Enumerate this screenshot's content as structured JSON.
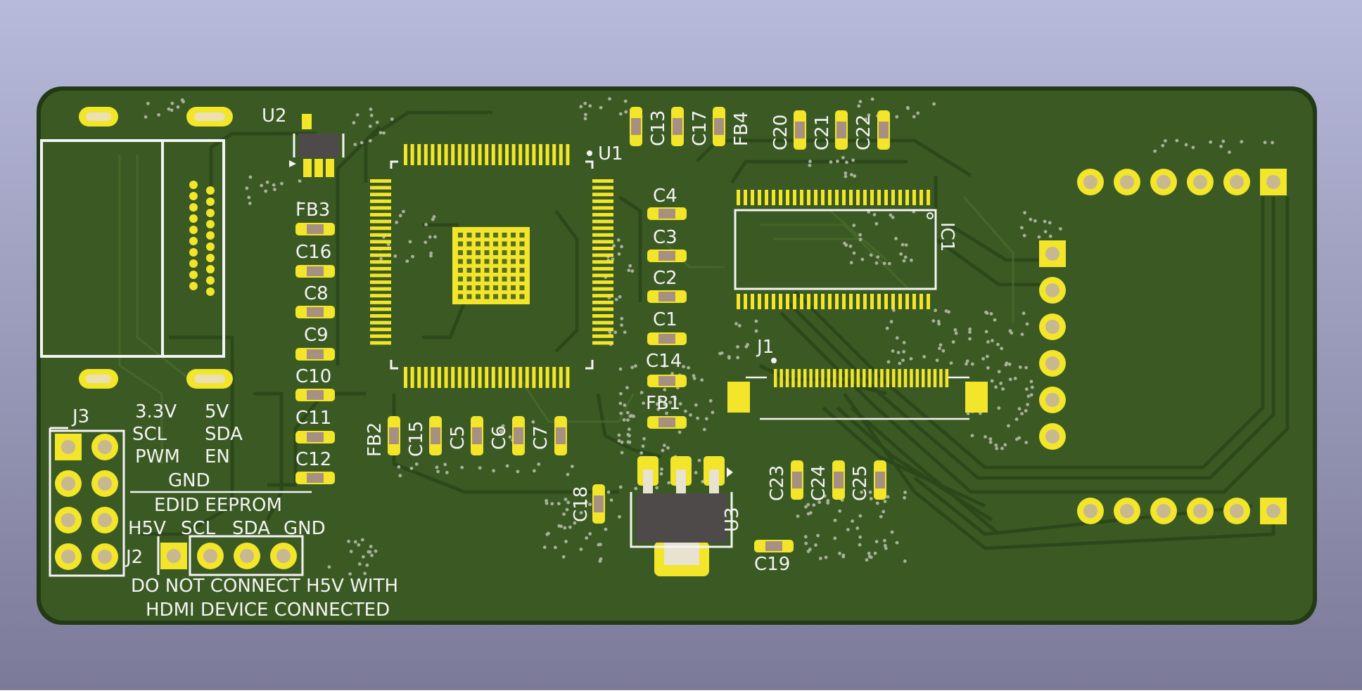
{
  "board": {
    "colors": {
      "background_top": "#b8badb",
      "background_bottom": "#7b7a98",
      "soldermask": "#3b5a23",
      "edge": "#223a15",
      "copper": "#f2e52a",
      "silkscreen": "#f4f4f4",
      "component_body": "#5a5352",
      "resistor_body": "#a89080"
    },
    "components": {
      "u1": "U1",
      "u2": "U2",
      "u3": "U3",
      "ic1": "IC1",
      "j1": "J1",
      "j2": "J2",
      "j3": "J3",
      "fb1": "FB1",
      "fb2": "FB2",
      "fb3": "FB3",
      "fb4": "FB4",
      "c1": "C1",
      "c2": "C2",
      "c3": "C3",
      "c4": "C4",
      "c5": "C5",
      "c6": "C6",
      "c7": "C7",
      "c8": "C8",
      "c9": "C9",
      "c10": "C10",
      "c11": "C11",
      "c12": "C12",
      "c13": "C13",
      "c14": "C14",
      "c15": "C15",
      "c16": "C16",
      "c17": "C17",
      "c18": "C18",
      "c19": "C19",
      "c20": "C20",
      "c21": "C21",
      "c22": "C22",
      "c23": "C23",
      "c24": "C24",
      "c25": "C25"
    },
    "silk_notes": {
      "v33": "3.3V",
      "v5": "5V",
      "scl": "SCL",
      "sda": "SDA",
      "pwm": "PWM",
      "en": "EN",
      "gnd": "GND",
      "edid_eeprom": "EDID EEPROM",
      "h5v": "H5V",
      "j2_scl": "SCL",
      "j2_sda": "SDA",
      "j2_gnd": "GND",
      "warning_line1": "DO NOT CONNECT H5V WITH",
      "warning_line2": "HDMI DEVICE CONNECTED"
    }
  }
}
